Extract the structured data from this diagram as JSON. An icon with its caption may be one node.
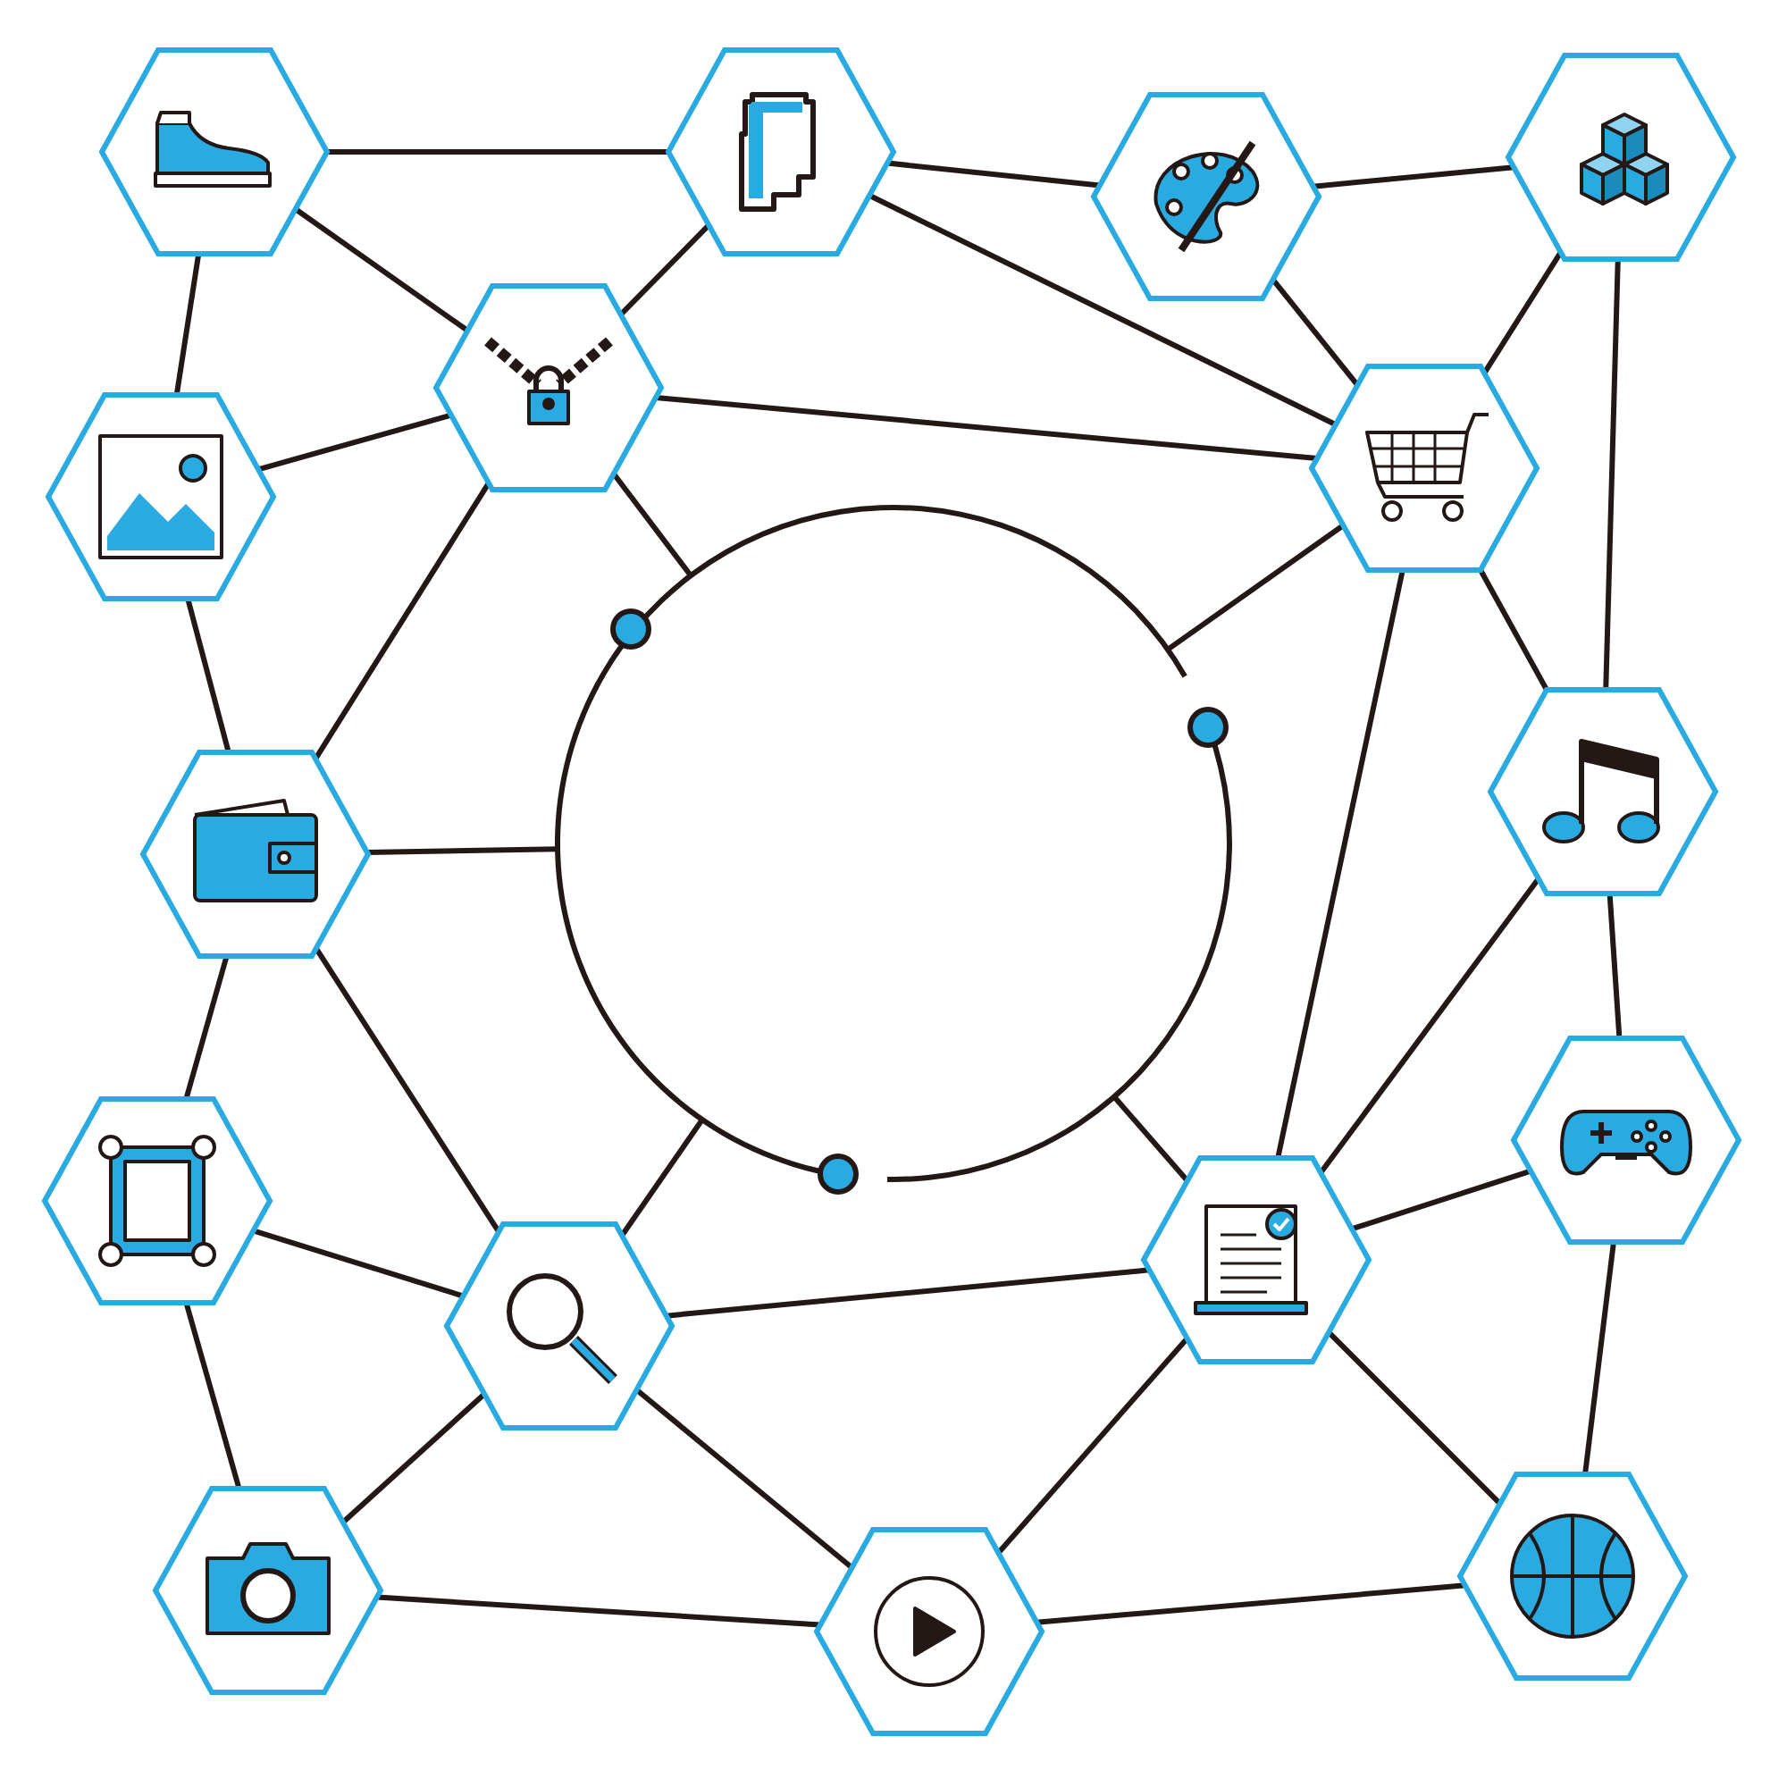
{
  "diagram": {
    "nodes": [
      {
        "text": [],
        "shape": "hexagon"
      },
      {
        "text": [],
        "shape": "hexagon"
      },
      {
        "text": [],
        "shape": "hexagon"
      },
      {
        "text": [],
        "shape": "hexagon"
      },
      {
        "text": [],
        "shape": "hexagon"
      },
      {
        "text": [],
        "shape": "hexagon"
      },
      {
        "text": [],
        "shape": "hexagon"
      },
      {
        "text": [],
        "shape": "hexagon"
      },
      {
        "text": [],
        "shape": "hexagon"
      },
      {
        "text": [],
        "shape": "hexagon"
      },
      {
        "text": [],
        "shape": "hexagon"
      },
      {
        "text": [],
        "shape": "hexagon"
      },
      {
        "text": [],
        "shape": "hexagon"
      },
      {
        "text": [],
        "shape": "hexagon"
      },
      {
        "text": [],
        "shape": "hexagon"
      },
      {
        "text": [],
        "shape": "hexagon"
      },
      {
        "text": [],
        "shape": "circle"
      }
    ],
    "edges": [
      {
        "from": 0,
        "to": 1,
        "arrow": "none"
      },
      {
        "from": 0,
        "to": 4,
        "arrow": "none"
      },
      {
        "from": 0,
        "to": 5,
        "arrow": "none"
      },
      {
        "from": 1,
        "to": 4,
        "arrow": "none"
      },
      {
        "from": 1,
        "to": 2,
        "arrow": "none"
      },
      {
        "from": 1,
        "to": 6,
        "arrow": "none"
      },
      {
        "from": 2,
        "to": 3,
        "arrow": "none"
      },
      {
        "from": 2,
        "to": 6,
        "arrow": "none"
      },
      {
        "from": 3,
        "to": 6,
        "arrow": "none"
      },
      {
        "from": 3,
        "to": 8,
        "arrow": "none"
      },
      {
        "from": 4,
        "to": 5,
        "arrow": "none"
      },
      {
        "from": 4,
        "to": 6,
        "arrow": "none"
      },
      {
        "from": 4,
        "to": 7,
        "arrow": "none"
      },
      {
        "from": 4,
        "to": 16,
        "arrow": "none"
      },
      {
        "from": 5,
        "to": 7,
        "arrow": "none"
      },
      {
        "from": 6,
        "to": 16,
        "arrow": "none"
      },
      {
        "from": 6,
        "to": 8,
        "arrow": "none"
      },
      {
        "from": 6,
        "to": 12,
        "arrow": "none"
      },
      {
        "from": 7,
        "to": 16,
        "arrow": "none"
      },
      {
        "from": 7,
        "to": 9,
        "arrow": "none"
      },
      {
        "from": 7,
        "to": 11,
        "arrow": "none"
      },
      {
        "from": 8,
        "to": 10,
        "arrow": "none"
      },
      {
        "from": 8,
        "to": 12,
        "arrow": "none"
      },
      {
        "from": 9,
        "to": 11,
        "arrow": "none"
      },
      {
        "from": 9,
        "to": 13,
        "arrow": "none"
      },
      {
        "from": 10,
        "to": 12,
        "arrow": "none"
      },
      {
        "from": 10,
        "to": 15,
        "arrow": "none"
      },
      {
        "from": 11,
        "to": 12,
        "arrow": "none"
      },
      {
        "from": 11,
        "to": 16,
        "arrow": "none"
      },
      {
        "from": 11,
        "to": 13,
        "arrow": "none"
      },
      {
        "from": 11,
        "to": 14,
        "arrow": "none"
      },
      {
        "from": 12,
        "to": 16,
        "arrow": "none"
      },
      {
        "from": 12,
        "to": 14,
        "arrow": "none"
      },
      {
        "from": 12,
        "to": 15,
        "arrow": "none"
      },
      {
        "from": 13,
        "to": 14,
        "arrow": "none"
      },
      {
        "from": 14,
        "to": 15,
        "arrow": "none"
      }
    ]
  }
}
